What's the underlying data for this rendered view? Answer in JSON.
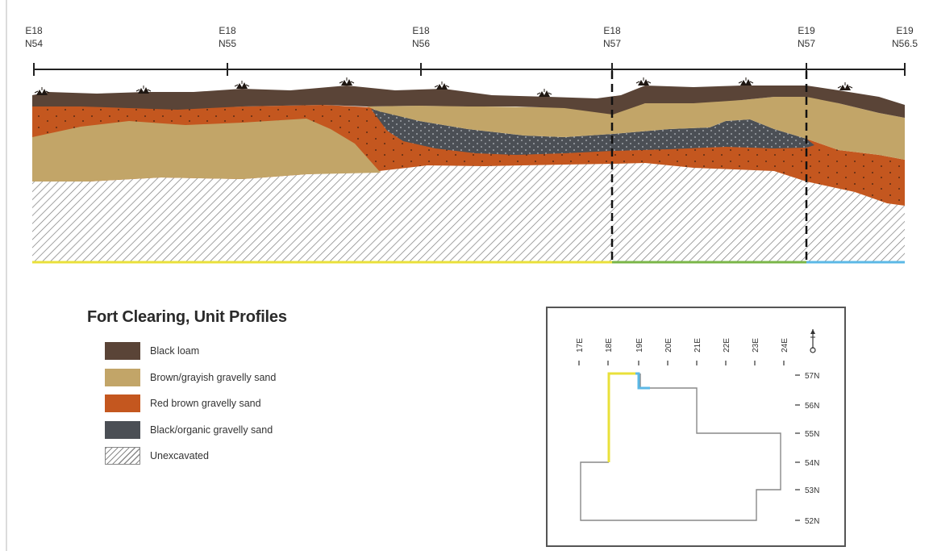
{
  "profile": {
    "stations": [
      {
        "top": "E18",
        "bottom": "N54"
      },
      {
        "top": "E18",
        "bottom": "N55"
      },
      {
        "top": "E18",
        "bottom": "N56"
      },
      {
        "top": "E18",
        "bottom": "N57"
      },
      {
        "top": "E19",
        "bottom": "N57"
      },
      {
        "top": "E19",
        "bottom": "N56.5"
      }
    ],
    "colors": {
      "loam": "#5a4437",
      "brown": "#c2a568",
      "red": "#c4571f",
      "black": "#4b4f55",
      "yellow_segment": "#e9e03a",
      "green_segment": "#7ab648",
      "blue_segment": "#5bb8e6"
    }
  },
  "legend": {
    "title": "Fort Clearing, Unit Profiles",
    "items": [
      {
        "label": "Black loam",
        "swatch": "loam"
      },
      {
        "label": "Brown/grayish gravelly sand",
        "swatch": "brown"
      },
      {
        "label": "Red brown gravelly sand",
        "swatch": "red"
      },
      {
        "label": "Black/organic gravelly sand",
        "swatch": "black"
      },
      {
        "label": "Unexcavated",
        "swatch": "unexcavated"
      }
    ]
  },
  "grid_map": {
    "east_labels": [
      "17E",
      "18E",
      "19E",
      "20E",
      "21E",
      "22E",
      "23E",
      "24E"
    ],
    "north_labels": [
      "57N",
      "56N",
      "55N",
      "54N",
      "53N",
      "52N"
    ],
    "north_arrow": "north-arrow-icon"
  }
}
